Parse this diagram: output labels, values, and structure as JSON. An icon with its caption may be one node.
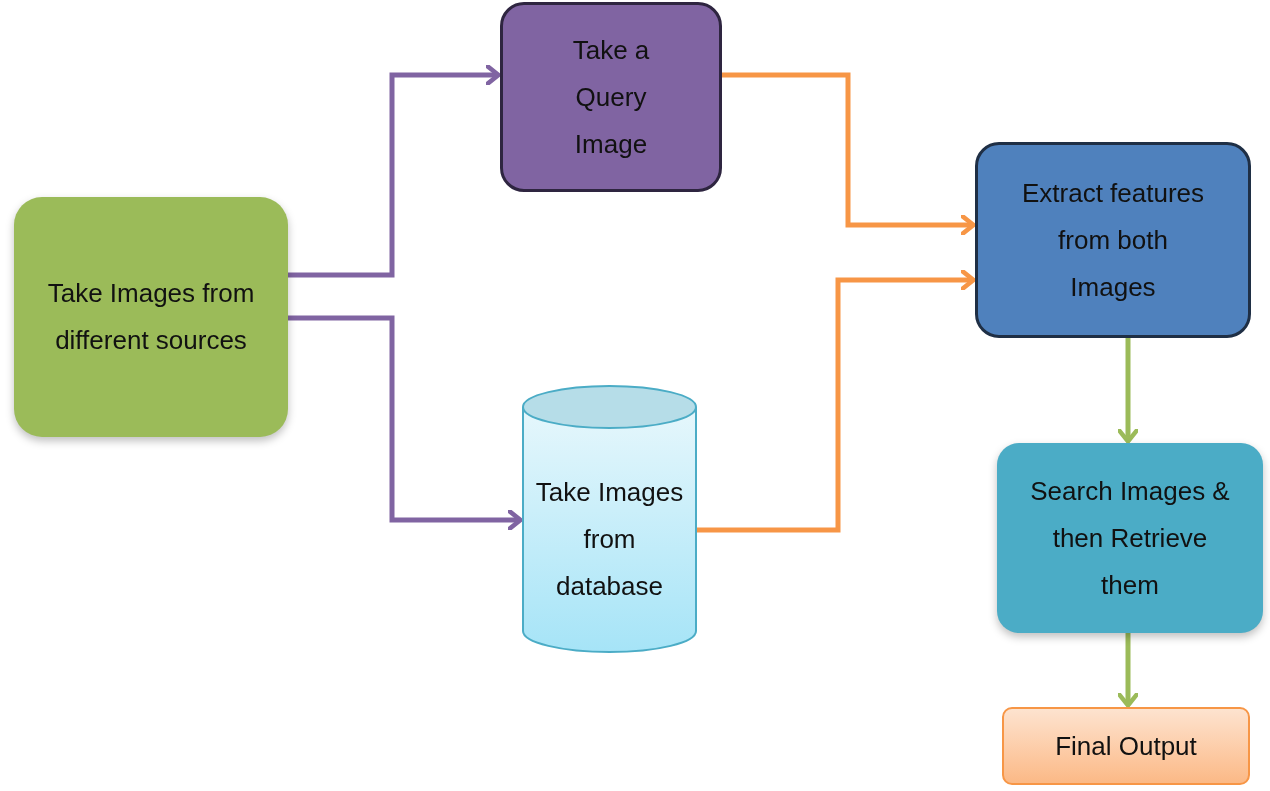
{
  "diagram": {
    "nodes": [
      {
        "text": [
          "Take Images from different sources"
        ]
      },
      {
        "text": [
          "Take a Query Image"
        ]
      },
      {
        "text": [
          "Take Images from database"
        ]
      },
      {
        "text": [
          "Extract features from both Images"
        ]
      },
      {
        "text": [
          "Search Images & then Retrieve them"
        ]
      },
      {
        "text": [
          "Final Output"
        ]
      }
    ],
    "edges": [
      {
        "from": 0,
        "to": 1,
        "arrow": "to",
        "color": "#8064a2"
      },
      {
        "from": 0,
        "to": 2,
        "arrow": "to",
        "color": "#8064a2"
      },
      {
        "from": 1,
        "to": 3,
        "arrow": "to",
        "color": "#f79646"
      },
      {
        "from": 2,
        "to": 3,
        "arrow": "to",
        "color": "#f79646"
      },
      {
        "from": 3,
        "to": 4,
        "arrow": "to",
        "color": "#9bbb59"
      },
      {
        "from": 4,
        "to": 5,
        "arrow": "to",
        "color": "#9bbb59"
      }
    ]
  }
}
